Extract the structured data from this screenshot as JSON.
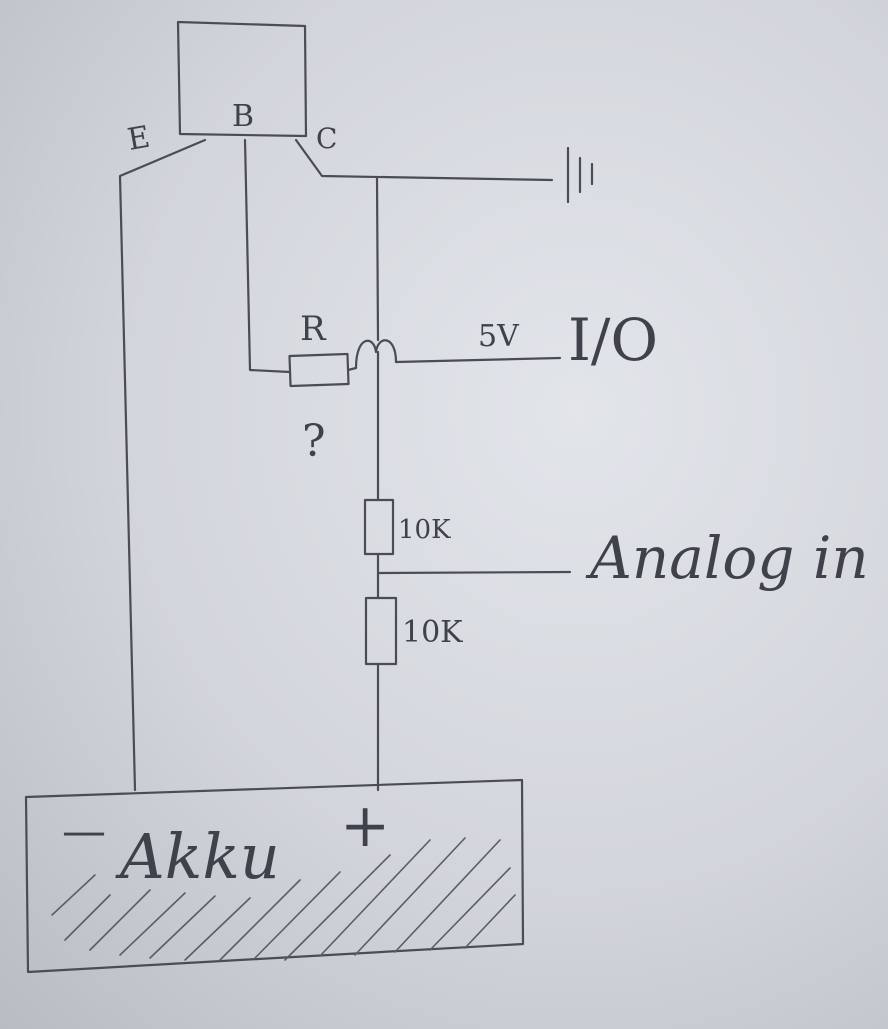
{
  "labels": {
    "emitter": "E",
    "base": "B",
    "collector": "C",
    "resistor": "R",
    "unknown": "?",
    "voltage": "5V",
    "io": "I/O",
    "resistor_top_value": "10K",
    "resistor_bottom_value": "10K",
    "analog": "Analog in",
    "battery": "Akku",
    "minus": "—",
    "plus": "+"
  },
  "colors": {
    "paper": "#d8dbe1",
    "pencil": "#4a4d55"
  }
}
